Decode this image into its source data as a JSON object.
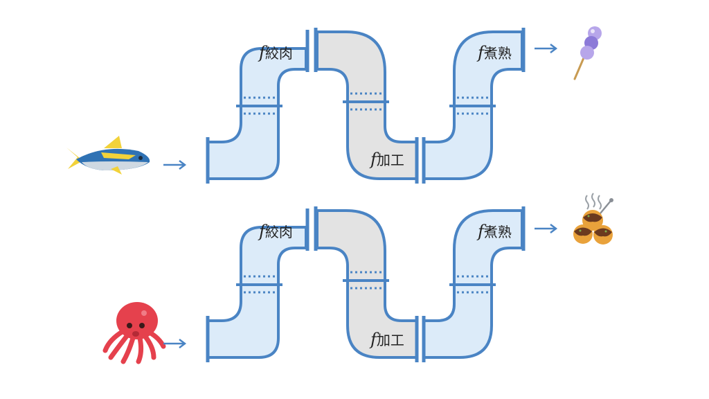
{
  "colors": {
    "pipe_stroke": "#4a84c4",
    "pipe_blue_fill": "#dcebf9",
    "pipe_gray_fill": "#e3e3e3",
    "arrow": "#4a84c4",
    "text": "#222222"
  },
  "pipelines": [
    {
      "input": {
        "icon": "fish-icon"
      },
      "output": {
        "icon": "dango-icon"
      },
      "stages": [
        {
          "f": "f",
          "name": "絞肉"
        },
        {
          "f": "f",
          "name": "加工"
        },
        {
          "f": "f",
          "name": "煮熟"
        }
      ]
    },
    {
      "input": {
        "icon": "octopus-icon"
      },
      "output": {
        "icon": "takoyaki-icon"
      },
      "stages": [
        {
          "f": "f",
          "name": "絞肉"
        },
        {
          "f": "f",
          "name": "加工"
        },
        {
          "f": "f",
          "name": "煮熟"
        }
      ]
    }
  ]
}
